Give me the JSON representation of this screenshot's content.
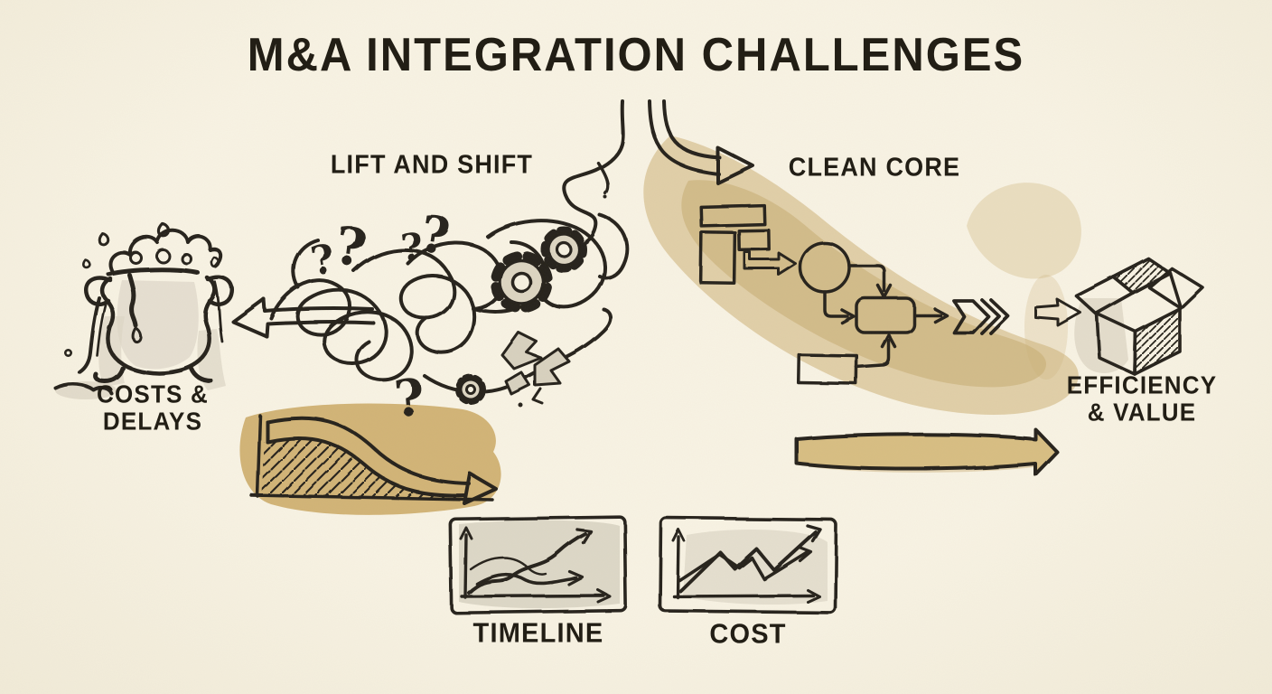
{
  "title": "M&A INTEGRATION CHALLENGES",
  "glyphs": {
    "question_mark": "?"
  },
  "colors": {
    "paper": "#f6f1e1",
    "ink": "#26221a",
    "tan_wash": "#cdb077",
    "gold_wash": "#c6a258",
    "gray_wash": "#d9d2c1",
    "arrow_fill": "#d8be83"
  },
  "left_path": {
    "label": "LIFT AND SHIFT",
    "outcome": {
      "line1": "COSTS &",
      "line2": "DELAYS"
    },
    "icons": [
      "tangled-scribble-icon",
      "question-mark-icon",
      "gear-icon",
      "broken-shards-icon",
      "left-arrow-icon",
      "boiling-cauldron-icon",
      "declining-curve-chart-icon"
    ]
  },
  "right_path": {
    "label": "CLEAN CORE",
    "outcome": {
      "line1": "EFFICIENCY",
      "line2": "& VALUE"
    },
    "icons": [
      "flowchart-icon",
      "chevrons-icon",
      "arrow-to-box-icon",
      "open-box-icon",
      "forward-arrow-icon"
    ]
  },
  "metrics": [
    {
      "label": "TIMELINE",
      "icon": "timeline-chart-icon"
    },
    {
      "label": "COST",
      "icon": "cost-chart-icon"
    }
  ]
}
